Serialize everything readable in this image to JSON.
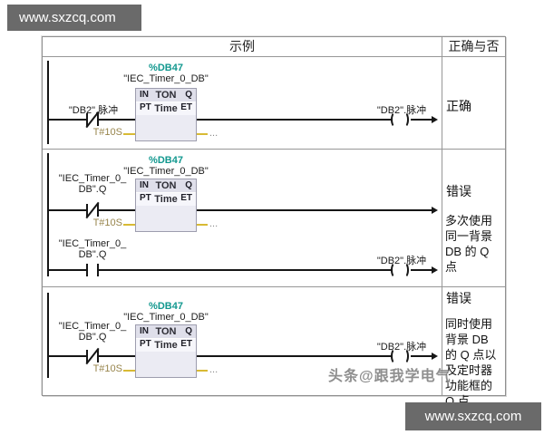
{
  "watermark": {
    "site_top": "www.sxzcq.com",
    "site_bottom": "www.sxzcq.com",
    "overlay": "头条@跟我学电气"
  },
  "header": {
    "example_col": "示例",
    "verdict_col": "正确与否"
  },
  "block": {
    "db": "%DB47",
    "instance": "\"IEC_Timer_0_DB\"",
    "type": "TON",
    "data_type": "Time",
    "pin_in": "IN",
    "pin_q": "Q",
    "pin_pt": "PT",
    "pin_et": "ET",
    "pt_value": "T#10S",
    "et_value": "..."
  },
  "rows": [
    {
      "contact": {
        "label": "\"DB2\".脉冲"
      },
      "coil": {
        "label": "\"DB2\".脉冲"
      },
      "verdict": "正确",
      "note": ""
    },
    {
      "contact": {
        "line1": "\"IEC_Timer_0_",
        "line2": "DB\".Q"
      },
      "branch": {
        "line1": "\"IEC_Timer_0_",
        "line2": "DB\".Q"
      },
      "coil": {
        "label": "\"DB2\".脉冲"
      },
      "verdict": "错误",
      "note": "多次使用同一背景 DB 的 Q 点"
    },
    {
      "contact": {
        "line1": "\"IEC_Timer_0_",
        "line2": "DB\".Q"
      },
      "coil": {
        "label": "\"DB2\".脉冲"
      },
      "verdict": "错误",
      "note": "同时使用背景 DB 的 Q 点以及定时器功能框的 Q 点"
    }
  ],
  "colors": {
    "timer_db_teal": "#12988f",
    "time_constant_gold": "#98854c",
    "gold_wire": "#d8ba34",
    "watermark_bg": "#6a6a6a",
    "table_border": "#979797"
  }
}
